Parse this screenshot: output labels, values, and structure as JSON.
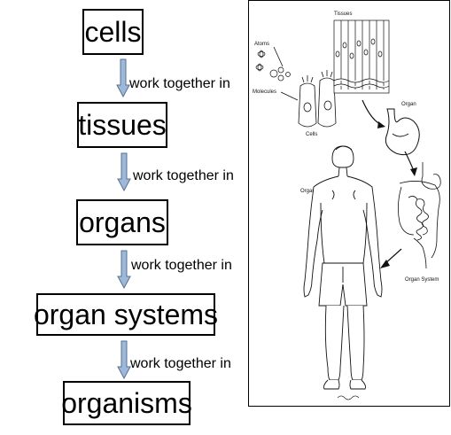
{
  "flow": {
    "levels": [
      "cells",
      "tissues",
      "organs",
      "organ systems",
      "organisms"
    ],
    "connector_label": "work together in",
    "arrow_color": "#9db8d9"
  },
  "illustration": {
    "labels": {
      "atoms": "Atoms",
      "molecules": "Molecules",
      "cells": "Cells",
      "tissues": "Tissues",
      "organ": "Organ",
      "organism": "Organism",
      "organ_system": "Organ System"
    }
  }
}
